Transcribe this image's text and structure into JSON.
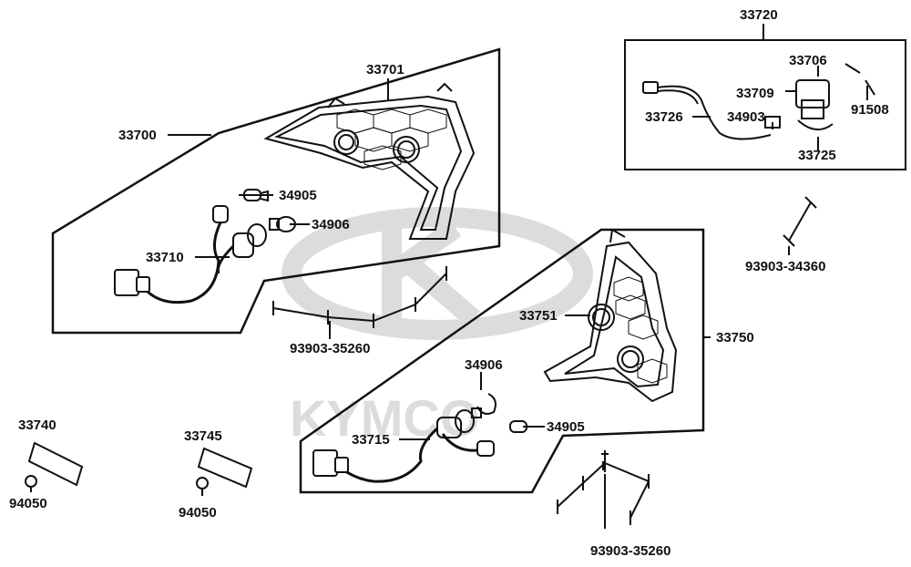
{
  "diagram": {
    "watermark": {
      "brand": "KYMCO",
      "color": "#dcdcdc"
    },
    "line_color": "#111111",
    "groups": {
      "front_left_light": {
        "part_no": "33700"
      },
      "front_right_light": {
        "part_no": "33750"
      },
      "sub_harness": {
        "part_no": "33720"
      }
    },
    "labels": {
      "p33720": "33720",
      "p33706": "33706",
      "p33709": "33709",
      "p33726": "33726",
      "p34903": "34903",
      "p91508": "91508",
      "p33725": "33725",
      "p33701": "33701",
      "p33700": "33700",
      "p34905_a": "34905",
      "p34906_a": "34906",
      "p33710": "33710",
      "p93903_35260_a": "93903-35260",
      "p93903_34360": "93903-34360",
      "p33751": "33751",
      "p33750": "33750",
      "p34906_b": "34906",
      "p33715": "33715",
      "p34905_b": "34905",
      "p93903_35260_b": "93903-35260",
      "p33740": "33740",
      "p94050_a": "94050",
      "p33745": "33745",
      "p94050_b": "94050"
    }
  }
}
